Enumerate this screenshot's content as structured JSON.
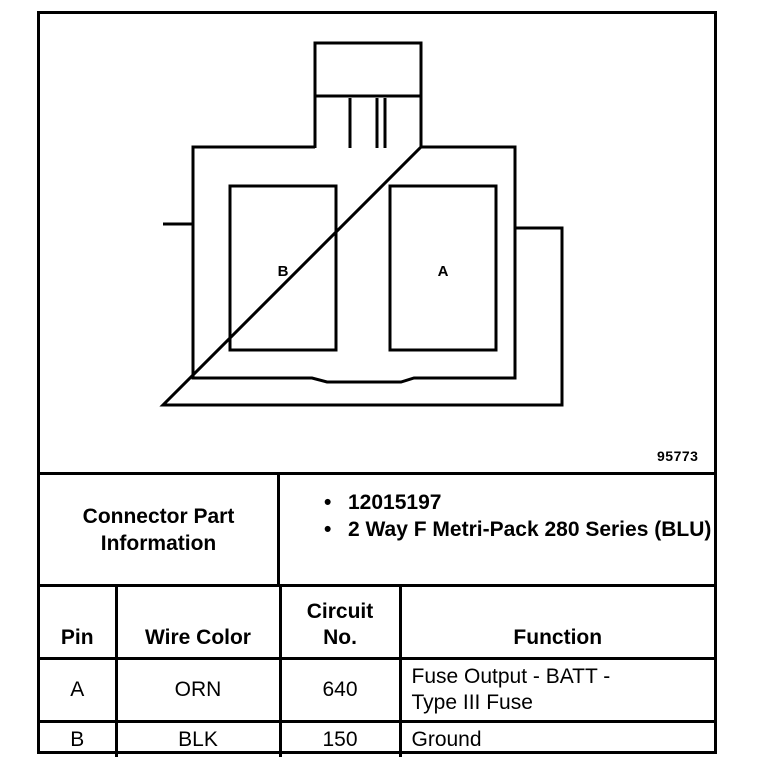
{
  "figure_number": "95773",
  "pin_labels": {
    "left": "B",
    "right": "A"
  },
  "connector_info": {
    "label_line1": "Connector Part",
    "label_line2": "Information",
    "items": [
      "12015197",
      "2 Way F Metri-Pack 280 Series (BLU)"
    ]
  },
  "table": {
    "headers": {
      "pin": "Pin",
      "wire_color": "Wire Color",
      "circuit_line1": "Circuit",
      "circuit_line2": "No.",
      "function": "Function"
    },
    "rows": [
      {
        "pin": "A",
        "wire_color": "ORN",
        "circuit": "640",
        "function_line1": "Fuse Output - BATT -",
        "function_line2": "Type III Fuse"
      },
      {
        "pin": "B",
        "wire_color": "BLK",
        "circuit": "150",
        "function_line1": "Ground",
        "function_line2": ""
      }
    ]
  }
}
